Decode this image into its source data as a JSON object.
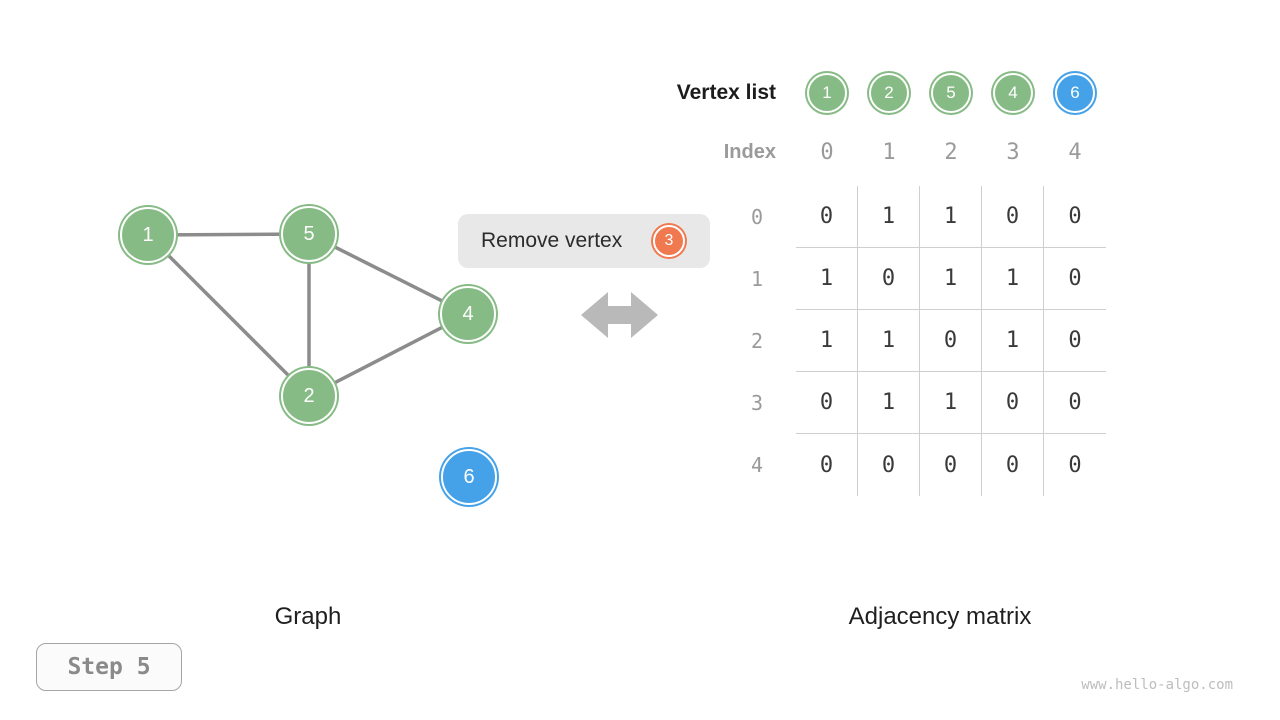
{
  "graph": {
    "caption": "Graph",
    "nodes": [
      {
        "label": "1",
        "color": "green"
      },
      {
        "label": "5",
        "color": "green"
      },
      {
        "label": "4",
        "color": "green"
      },
      {
        "label": "2",
        "color": "green"
      },
      {
        "label": "6",
        "color": "blue"
      }
    ],
    "edges": [
      "1-5",
      "1-2",
      "5-2",
      "5-4",
      "2-4"
    ]
  },
  "operation": {
    "label": "Remove vertex",
    "vertex": "3"
  },
  "vertex_list": {
    "title": "Vertex list",
    "items": [
      {
        "label": "1",
        "color": "green"
      },
      {
        "label": "2",
        "color": "green"
      },
      {
        "label": "5",
        "color": "green"
      },
      {
        "label": "4",
        "color": "green"
      },
      {
        "label": "6",
        "color": "blue"
      }
    ]
  },
  "index_row": {
    "title": "Index",
    "values": [
      "0",
      "1",
      "2",
      "3",
      "4"
    ]
  },
  "matrix": {
    "caption": "Adjacency matrix",
    "row_labels": [
      "0",
      "1",
      "2",
      "3",
      "4"
    ],
    "rows": [
      [
        "0",
        "1",
        "1",
        "0",
        "0"
      ],
      [
        "1",
        "0",
        "1",
        "1",
        "0"
      ],
      [
        "1",
        "1",
        "0",
        "1",
        "0"
      ],
      [
        "0",
        "1",
        "1",
        "0",
        "0"
      ],
      [
        "0",
        "0",
        "0",
        "0",
        "0"
      ]
    ]
  },
  "footer": {
    "step_label": "Step 5",
    "watermark": "www.hello-algo.com"
  },
  "colors": {
    "vertex_green": "#87BB85",
    "vertex_blue": "#45A2E8",
    "highlight_orange": "#F0794F",
    "edge_gray": "#8C8C8C",
    "arrow_gray": "#B9B9B9",
    "grid_line": "#CFCFCF",
    "pill_background": "#E8E8E8",
    "muted_text": "#9A9A9A"
  }
}
